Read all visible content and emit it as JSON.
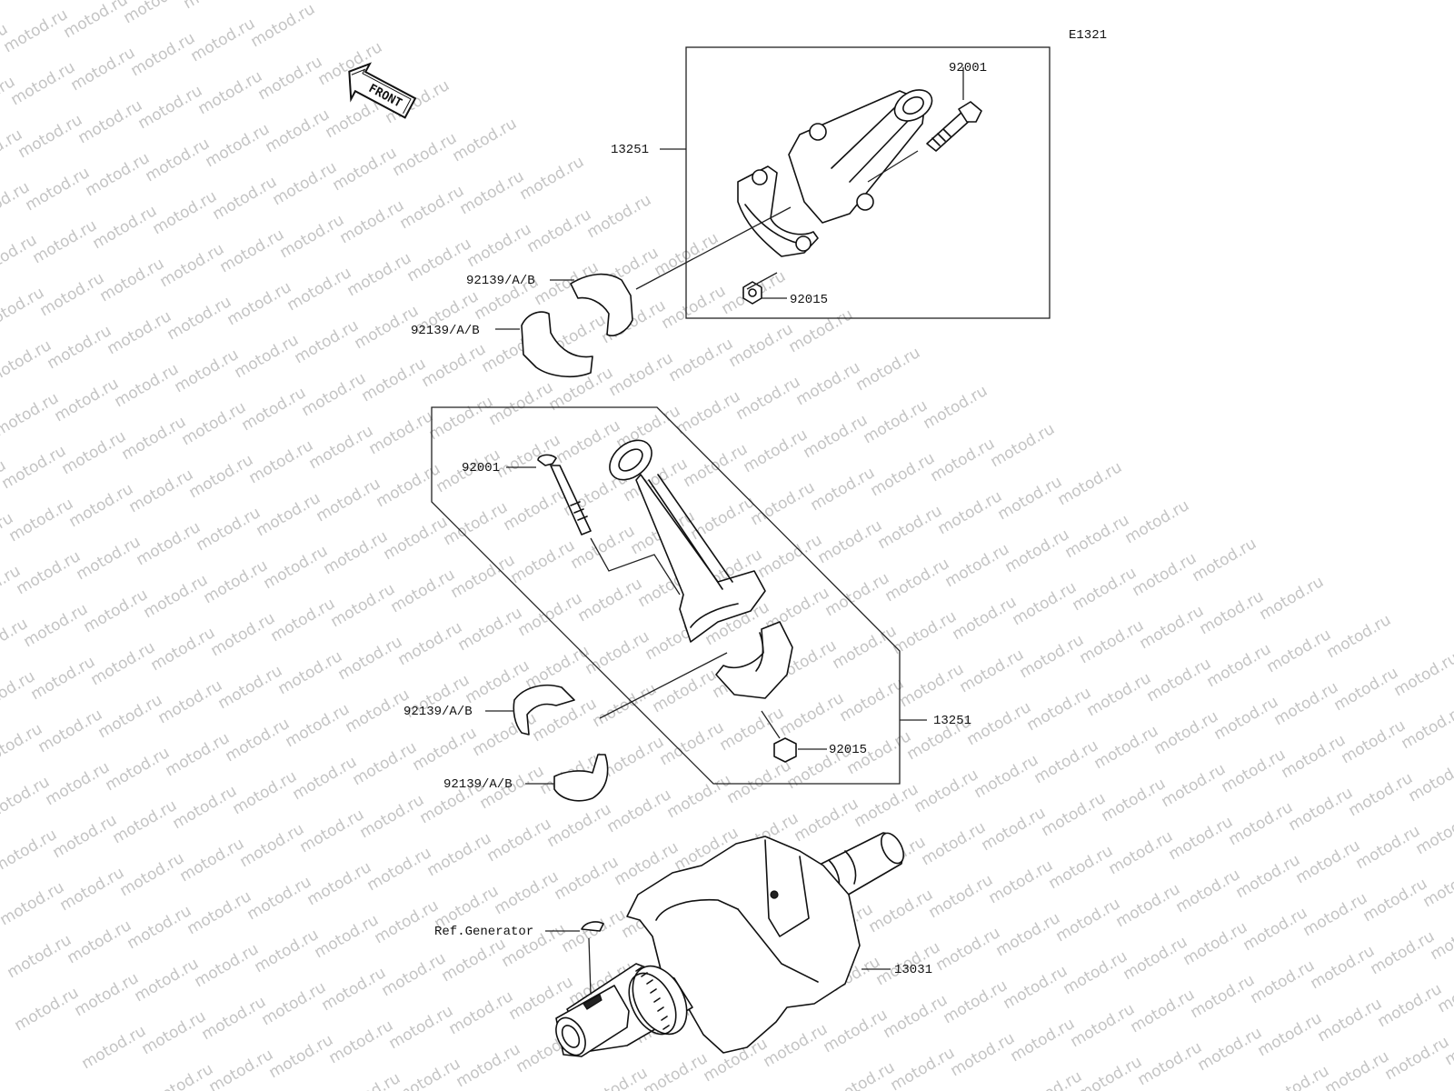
{
  "diagram_code": "E1321",
  "front_arrow_text": "FRONT",
  "watermark": "motod.ru",
  "labels": {
    "top_rod_assy": "13251",
    "top_bolt": "92001",
    "top_nut": "92015",
    "top_bearing_1": "92139/A/B",
    "top_bearing_2": "92139/A/B",
    "mid_bolt": "92001",
    "mid_rod_assy": "13251",
    "mid_nut": "92015",
    "mid_bearing_1": "92139/A/B",
    "mid_bearing_2": "92139/A/B",
    "ref_generator": "Ref.Generator",
    "crankshaft": "13031"
  }
}
